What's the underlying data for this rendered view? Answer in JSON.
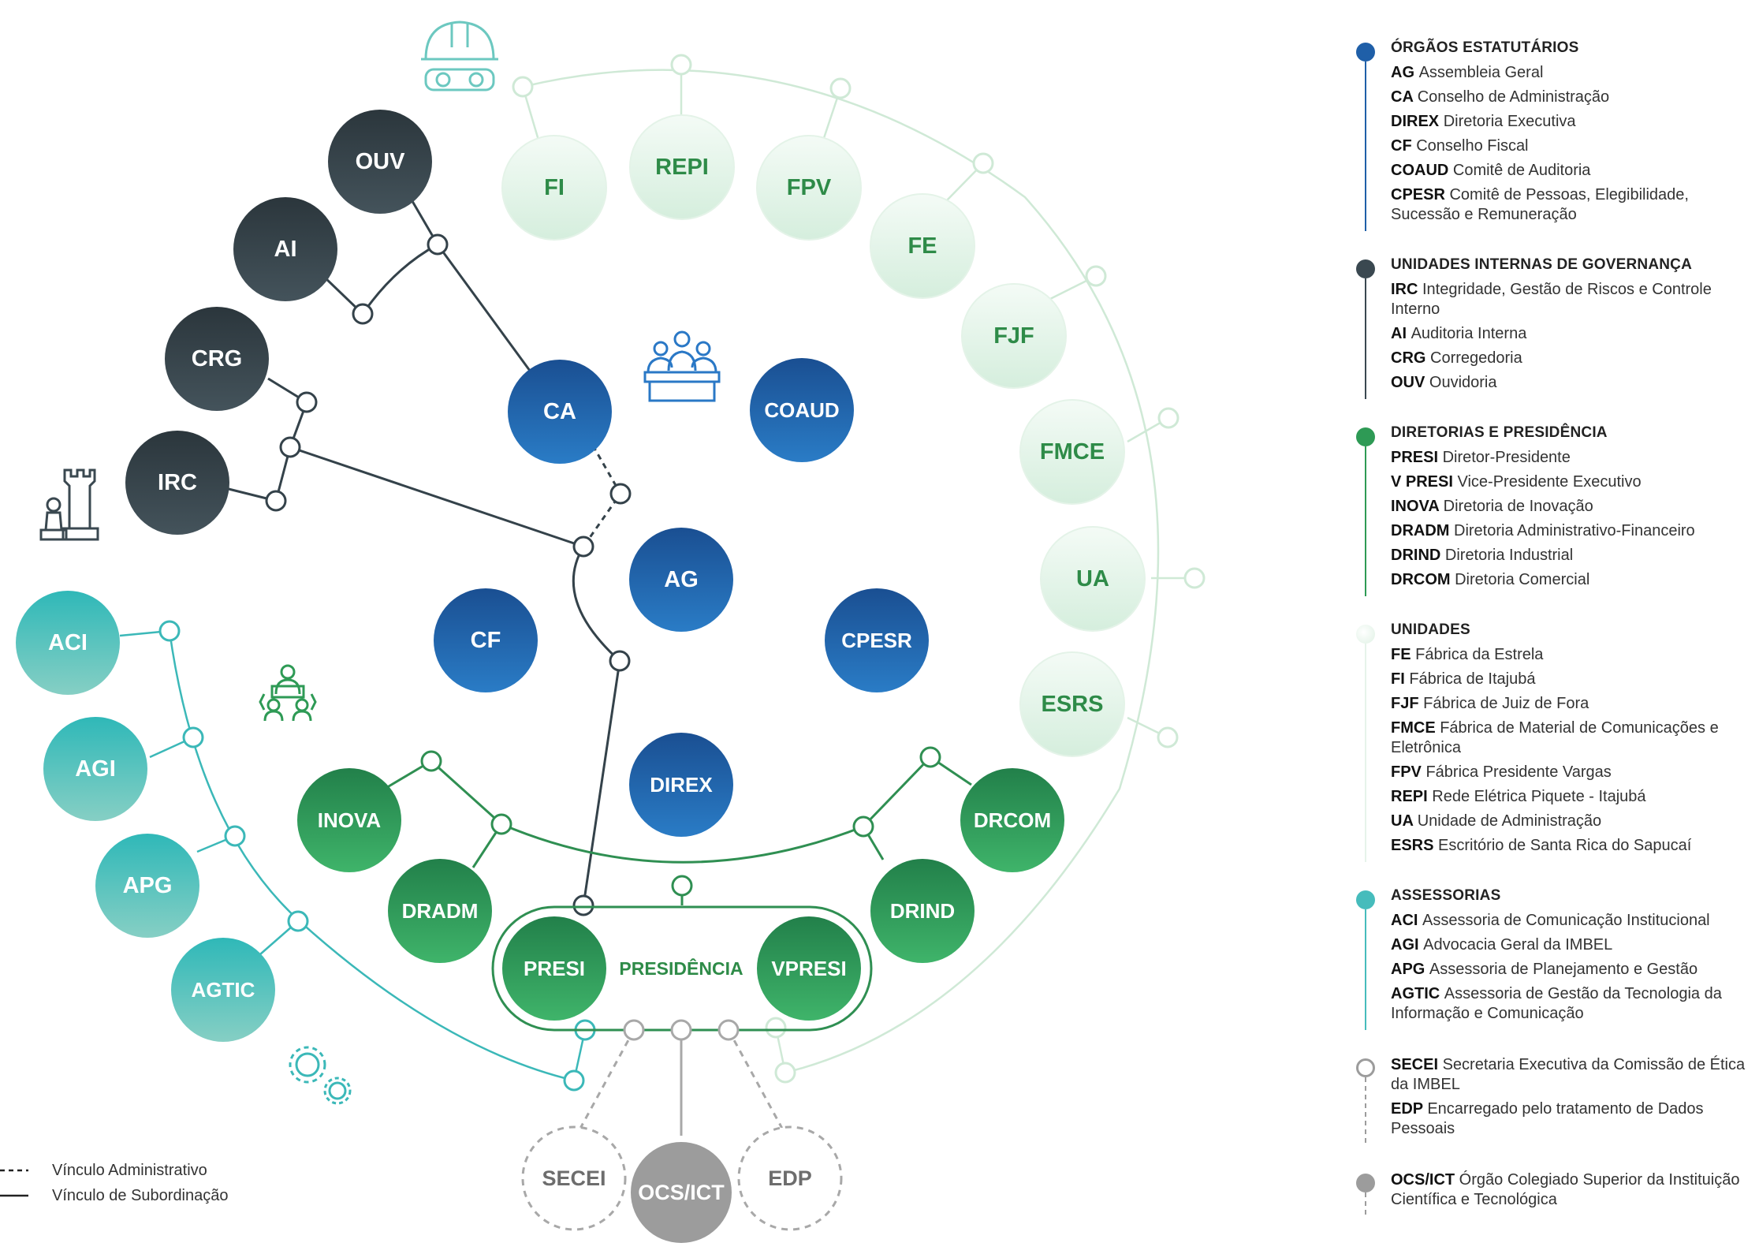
{
  "colors": {
    "statutory": "#1f5fa8",
    "governance": "#3a4850",
    "directors": "#2e9a55",
    "units": "#dff1e4",
    "units_text": "#2e8b48",
    "advisory": "#46bcbc",
    "gray": "#9c9c9c"
  },
  "nodes": {
    "statutory": [
      "CA",
      "COAUD",
      "AG",
      "CF",
      "CPESR",
      "DIREX"
    ],
    "governance": [
      "OUV",
      "AI",
      "CRG",
      "IRC"
    ],
    "units": [
      "FI",
      "REPI",
      "FPV",
      "FE",
      "FJF",
      "FMCE",
      "UA",
      "ESRS"
    ],
    "advisory": [
      "ACI",
      "AGI",
      "APG",
      "AGTIC"
    ],
    "directors": [
      "INOVA",
      "DRADM",
      "DRCOM",
      "DRIND",
      "PRESI",
      "VPRESI"
    ],
    "presidency_label": "PRESIDÊNCIA",
    "bottom": [
      "SECEI",
      "OCS/ICT",
      "EDP"
    ]
  },
  "icons": [
    "engineer-helmet-icon",
    "meeting-board-icon",
    "chess-icon",
    "team-network-icon",
    "gears-icon"
  ],
  "bottom_legend": {
    "administrative": "Vínculo Administrativo",
    "subordination": "Vínculo de Subordinação"
  },
  "legend": [
    {
      "title": "ÓRGÃOS ESTATUTÁRIOS",
      "color": "#1f5fa8",
      "style": "filled-gradient",
      "items": [
        {
          "code": "AG",
          "text": "Assembleia Geral"
        },
        {
          "code": "CA",
          "text": "Conselho de Administração"
        },
        {
          "code": "DIREX",
          "text": "Diretoria Executiva"
        },
        {
          "code": "CF",
          "text": "Conselho Fiscal"
        },
        {
          "code": "COAUD",
          "text": "Comitê de Auditoria"
        },
        {
          "code": "CPESR",
          "text": "Comitê de Pessoas, Elegibilidade, Sucessão e Remuneração"
        }
      ]
    },
    {
      "title": "UNIDADES INTERNAS DE GOVERNANÇA",
      "color": "#3a4850",
      "style": "filled",
      "items": [
        {
          "code": "IRC",
          "text": "Integridade, Gestão de Riscos e Controle Interno"
        },
        {
          "code": "AI",
          "text": "Auditoria Interna"
        },
        {
          "code": "CRG",
          "text": "Corregedoria"
        },
        {
          "code": "OUV",
          "text": "Ouvidoria"
        }
      ]
    },
    {
      "title": "DIRETORIAS E PRESIDÊNCIA",
      "color": "#2e9a55",
      "style": "filled",
      "items": [
        {
          "code": "PRESI",
          "text": "Diretor-Presidente"
        },
        {
          "code": "V PRESI",
          "text": "Vice-Presidente Executivo"
        },
        {
          "code": "INOVA",
          "text": "Diretoria de Inovação"
        },
        {
          "code": "DRADM",
          "text": "Diretoria Administrativo-Financeiro"
        },
        {
          "code": "DRIND",
          "text": "Diretoria Industrial"
        },
        {
          "code": "DRCOM",
          "text": "Diretoria Comercial"
        }
      ]
    },
    {
      "title": "UNIDADES",
      "color": "#dff1e4",
      "style": "light",
      "items": [
        {
          "code": "FE",
          "text": "Fábrica da Estrela"
        },
        {
          "code": "FI",
          "text": "Fábrica de Itajubá"
        },
        {
          "code": "FJF",
          "text": "Fábrica de Juiz de Fora"
        },
        {
          "code": "FMCE",
          "text": "Fábrica de Material de Comunicações e Eletrônica"
        },
        {
          "code": "FPV",
          "text": "Fábrica Presidente Vargas"
        },
        {
          "code": "REPI",
          "text": "Rede Elétrica Piquete - Itajubá"
        },
        {
          "code": "UA",
          "text": "Unidade de Administração"
        },
        {
          "code": "ESRS",
          "text": "Escritório de Santa Rica do Sapucaí"
        }
      ]
    },
    {
      "title": "ASSESSORIAS",
      "color": "#46bcbc",
      "style": "filled",
      "items": [
        {
          "code": "ACI",
          "text": "Assessoria de Comunicação Institucional"
        },
        {
          "code": "AGI",
          "text": "Advocacia Geral da IMBEL"
        },
        {
          "code": "APG",
          "text": "Assessoria de Planejamento e Gestão"
        },
        {
          "code": "AGTIC",
          "text": "Assessoria de Gestão da Tecnologia da Informação e Comunicação"
        }
      ]
    },
    {
      "title": "",
      "color": "#9c9c9c",
      "style": "ring",
      "items": [
        {
          "code": "SECEI",
          "text": "Secretaria Executiva da Comissão de Ética da IMBEL"
        },
        {
          "code": "EDP",
          "text": "Encarregado pelo tratamento de Dados Pessoais"
        }
      ]
    },
    {
      "title": "",
      "color": "#9c9c9c",
      "style": "gray-dot",
      "items": [
        {
          "code": "OCS/ICT",
          "text": "Órgão Colegiado Superior da Instituição Científica e Tecnológica"
        }
      ]
    }
  ]
}
